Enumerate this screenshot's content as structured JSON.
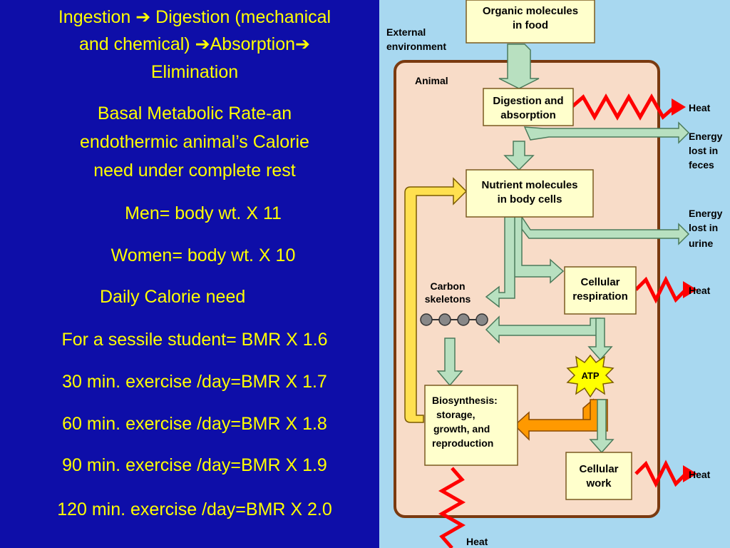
{
  "notes": {
    "l1a": "Ingestion ➔ Digestion (mechanical",
    "l1b": "and chemical) ➔Absorption➔",
    "l1c": "Elimination",
    "l2a": "Basal Metabolic Rate-an",
    "l2b": "endothermic animal’s Calorie",
    "l2c": "need under complete rest",
    "men": "Men= body wt. X 11",
    "women": "Women= body wt. X 10",
    "daily": "Daily Calorie need",
    "r1": "For a sessile student= BMR X 1.6",
    "r2": "30 min. exercise /day=BMR X 1.7",
    "r3": "60 min. exercise /day=BMR X 1.8",
    "r4": "90 min. exercise /day=BMR X 1.9",
    "r5": "120 min. exercise /day=BMR X 2.0"
  },
  "diagram": {
    "organic": [
      "Organic molecules",
      "in food"
    ],
    "external": [
      "External",
      "environment"
    ],
    "animal": "Animal",
    "digestion": [
      "Digestion and",
      "absorption"
    ],
    "nutrient": [
      "Nutrient molecules",
      "in body cells"
    ],
    "carbon": [
      "Carbon",
      "skeletons"
    ],
    "respiration": [
      "Cellular",
      "respiration"
    ],
    "atp": "ATP",
    "biosynthesis": [
      "Biosynthesis:",
      "storage,",
      "growth, and",
      "reproduction"
    ],
    "work": [
      "Cellular",
      "work"
    ],
    "heat1": "Heat",
    "feces": [
      "Energy",
      "lost in",
      "feces"
    ],
    "urine": [
      "Energy",
      "lost in",
      "urine"
    ],
    "heat2": "Heat",
    "heat3": "Heat",
    "heat4": "Heat"
  },
  "colors": {
    "left_bg": "#0e0ea8",
    "left_text": "#ffff00",
    "right_bg": "#a8d8f0",
    "animal_box": "#f8dcc8",
    "box_fill": "#ffffcc",
    "green_arrow": "#b8e0c0",
    "heat": "#ff0000",
    "atp": "#ffff00",
    "orange_arrow": "#ff9900",
    "yellow_arrow": "#ffe050"
  }
}
